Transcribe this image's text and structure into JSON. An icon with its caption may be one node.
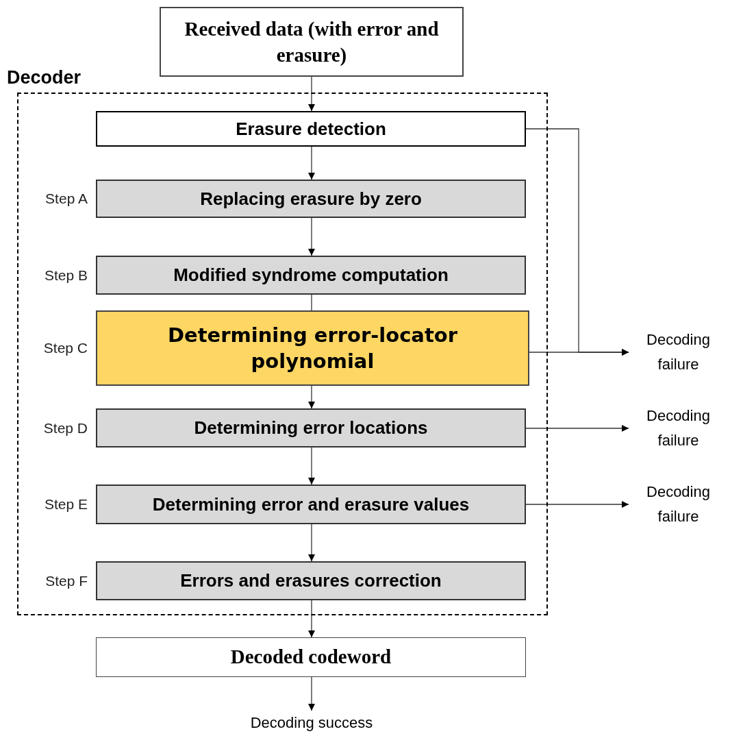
{
  "diagram": {
    "nodes": [
      {
        "text": [
          "Decoder"
        ]
      },
      {
        "text": [
          "Received data (with error and erasure)"
        ]
      },
      {
        "text": [
          "Erasure detection"
        ],
        "in": 0
      },
      {
        "text": [
          "Replacing erasure by zero"
        ],
        "in": 0,
        "beside": [
          "Step A"
        ]
      },
      {
        "text": [
          "Modified syndrome computation"
        ],
        "in": 0,
        "beside": [
          "Step B"
        ]
      },
      {
        "text": [
          "Determining error-locator polynomial"
        ],
        "in": 0,
        "beside": [
          "Step C"
        ]
      },
      {
        "text": [
          "Determining error locations"
        ],
        "in": 0,
        "beside": [
          "Step D"
        ]
      },
      {
        "text": [
          "Determining error and erasure values"
        ],
        "in": 0,
        "beside": [
          "Step E"
        ]
      },
      {
        "text": [
          "Errors and erasures correction"
        ],
        "in": 0,
        "beside": [
          "Step F"
        ]
      },
      {
        "text": [
          "Decoding failure"
        ]
      },
      {
        "text": [
          "Decoding failure"
        ]
      },
      {
        "text": [
          "Decoding failure"
        ]
      },
      {
        "text": [
          "Decoded codeword"
        ]
      },
      {
        "text": [
          "Decoding success"
        ]
      }
    ],
    "edges": [
      {
        "from": 1,
        "to": 2,
        "arrow": "to"
      },
      {
        "from": 2,
        "to": 3,
        "arrow": "to"
      },
      {
        "from": 3,
        "to": 4,
        "arrow": "to"
      },
      {
        "from": 4,
        "to": 5,
        "arrow": "none"
      },
      {
        "from": 5,
        "to": 6,
        "arrow": "to"
      },
      {
        "from": 6,
        "to": 7,
        "arrow": "to"
      },
      {
        "from": 7,
        "to": 8,
        "arrow": "to"
      },
      {
        "from": 8,
        "to": 12,
        "arrow": "to"
      },
      {
        "from": 12,
        "to": 13,
        "arrow": "to"
      },
      {
        "from": 2,
        "to": 9,
        "arrow": "to"
      },
      {
        "from": 5,
        "to": 9,
        "arrow": "to"
      },
      {
        "from": 6,
        "to": 10,
        "arrow": "to"
      },
      {
        "from": 7,
        "to": 11,
        "arrow": "to"
      }
    ]
  }
}
